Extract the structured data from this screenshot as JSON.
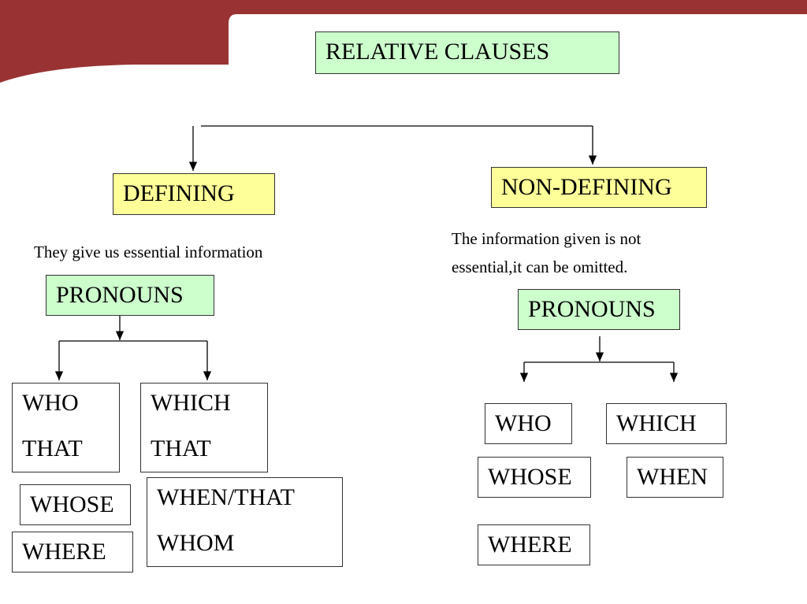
{
  "colors": {
    "banner": "#993333",
    "heading_box": "#ccffcc",
    "category_box": "#ffff99"
  },
  "title": "RELATIVE CLAUSES",
  "defining": {
    "label": "DEFINING",
    "description": "They give us essential information",
    "pronouns_label": "PRONOUNS",
    "boxes": [
      [
        "WHO",
        "THAT"
      ],
      [
        "WHICH",
        "THAT"
      ],
      [
        "WHOSE"
      ],
      [
        "WHERE"
      ],
      [
        "WHEN/THAT",
        "WHOM"
      ]
    ]
  },
  "non_defining": {
    "label": "NON-DEFINING",
    "description": [
      "The information given is not",
      "essential,it can be omitted."
    ],
    "pronouns_label": "PRONOUNS",
    "boxes": [
      "WHO",
      "WHICH",
      "WHOSE",
      "WHEN",
      "WHERE"
    ]
  }
}
